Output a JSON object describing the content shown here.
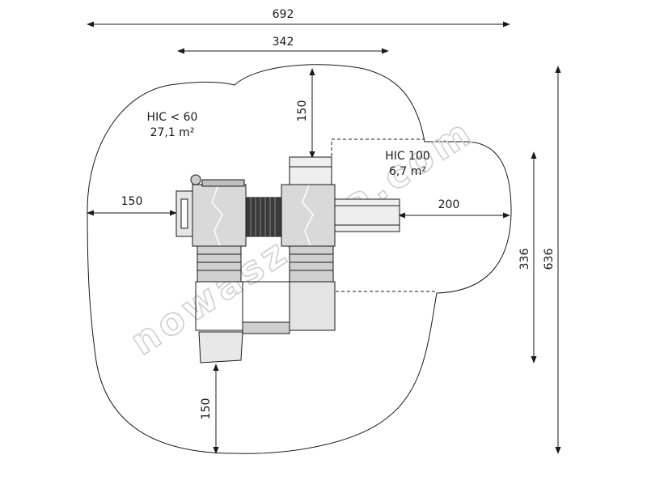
{
  "dimensions": {
    "overall_width": "692",
    "structure_width": "342",
    "top_clearance": "150",
    "left_clearance": "150",
    "right_clearance": "200",
    "bottom_clearance": "150",
    "inner_height": "336",
    "overall_height": "636"
  },
  "zones": {
    "main": {
      "label": "HIC < 60",
      "area": "27,1 m²"
    },
    "slide": {
      "label": "HIC 100",
      "area": "6,7 m²"
    }
  },
  "watermark": "nowaszkola.com",
  "colors": {
    "line": "#1a1a1a",
    "equipment_fill": "#d9d9d9",
    "watermark": "#cfcfcf"
  }
}
